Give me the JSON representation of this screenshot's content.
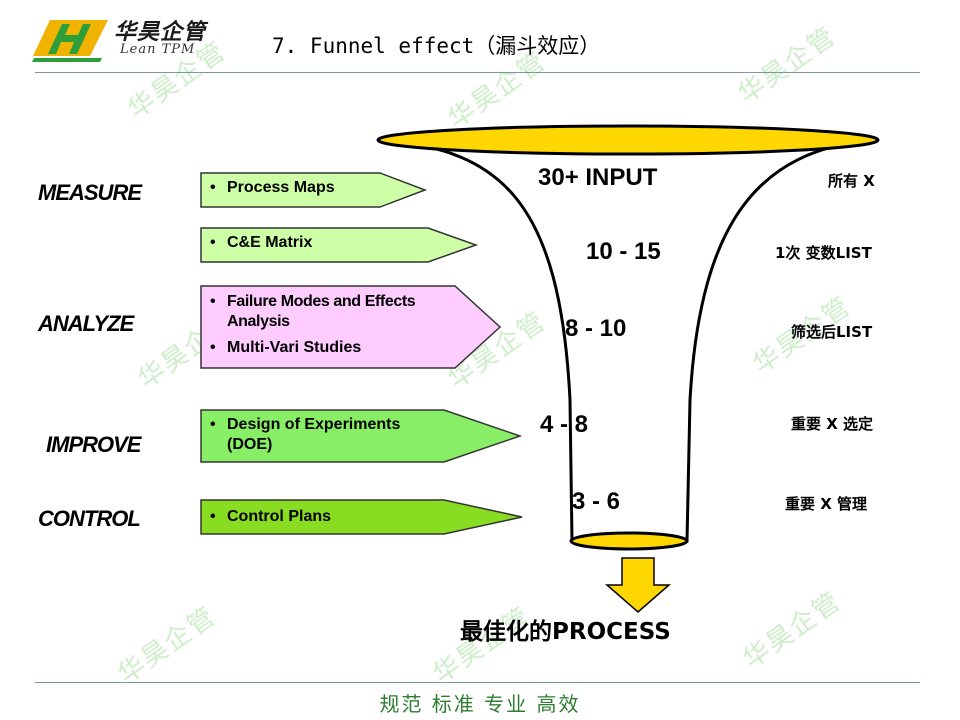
{
  "logo": {
    "cn": "华昊企管",
    "en": "Lean TPM"
  },
  "title": "7. Funnel effect（漏斗效应）",
  "watermark": "华昊企管",
  "phases": {
    "measure": "MEASURE",
    "analyze": "ANALYZE",
    "improve": "IMPROVE",
    "control": "CONTROL"
  },
  "tools": {
    "process_maps": "Process Maps",
    "ce_matrix": "C&E Matrix",
    "fmea": "Failure Modes and Effects Analysis",
    "multi_vari": "Multi-Vari Studies",
    "doe": "Design of Experiments (DOE)",
    "control_plans": "Control Plans"
  },
  "funnel_counts": {
    "input": "30+ INPUT",
    "stage2": "10 - 15",
    "stage3": "8 - 10",
    "stage4": "4 - 8",
    "stage5": "3 - 6"
  },
  "right_labels": {
    "all_x": "所有 X",
    "list1": "1次 变数LIST",
    "filtered": "筛选后LIST",
    "selected": "重要 X 选定",
    "managed": "重要 X 管理"
  },
  "output": "最佳化的PROCESS",
  "footer": "规范 标准 专业 高效",
  "colors": {
    "funnel_fill": "#ffd700",
    "light_green": "#ccffa6",
    "pink": "#ffccff",
    "bright_green": "#88dd22",
    "mid_green": "#88ee66",
    "footer": "#2e7d32"
  }
}
